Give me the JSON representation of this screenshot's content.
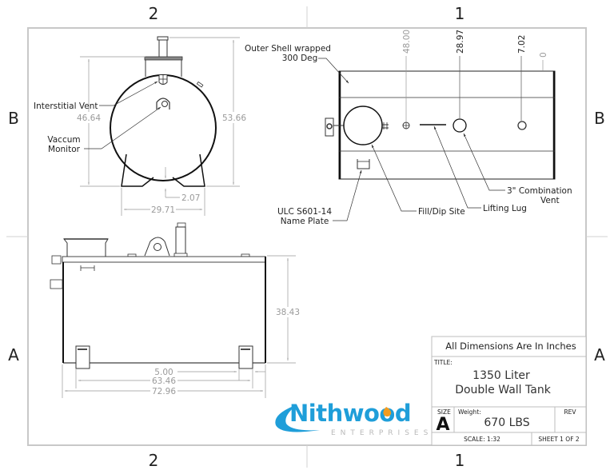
{
  "zones": {
    "top": [
      "2",
      "1"
    ],
    "bottom": [
      "2",
      "1"
    ],
    "left": [
      "B",
      "A"
    ],
    "right": [
      "B",
      "A"
    ]
  },
  "end_view": {
    "callouts": {
      "interstitial_vent": "Interstitial Vent",
      "vacuum_monitor_line1": "Vaccum",
      "vacuum_monitor_line2": "Monitor"
    },
    "dimensions": {
      "height_shell": "46.64",
      "height_overall": "53.66",
      "ground_clearance": "2.07",
      "saddle_width": "29.71"
    }
  },
  "top_view": {
    "callouts": {
      "outer_shell_line1": "Outer Shell wrapped",
      "outer_shell_line2": "300 Deg",
      "name_plate_line1": "ULC S601-14",
      "name_plate_line2": "Name Plate",
      "fill_dip": "Fill/Dip Site",
      "lifting_lug": "Lifting Lug",
      "combination_vent_line1": "3\" Combination",
      "combination_vent_line2": "Vent"
    },
    "ordinate_dimensions": [
      "48.00",
      "28.97",
      "7.02",
      "0"
    ]
  },
  "side_view": {
    "dimensions": {
      "height": "38.43",
      "saddle_offset": "5.00",
      "saddle_span": "63.46",
      "overall_length": "72.96"
    }
  },
  "logo": {
    "name": "Nithwood",
    "subtitle": "ENTERPRISES",
    "color": "#1f9ed9",
    "accent": "#f39c1f"
  },
  "title_block": {
    "units_note": "All Dimensions Are In Inches",
    "title_label": "TITLE:",
    "title_line1": "1350 Liter",
    "title_line2": "Double Wall Tank",
    "size_label": "SIZE",
    "size_value": "A",
    "weight_label": "Weight:",
    "weight_value": "670 LBS",
    "rev_label": "REV",
    "scale": "SCALE: 1:32",
    "sheet": "SHEET 1 OF 2"
  }
}
